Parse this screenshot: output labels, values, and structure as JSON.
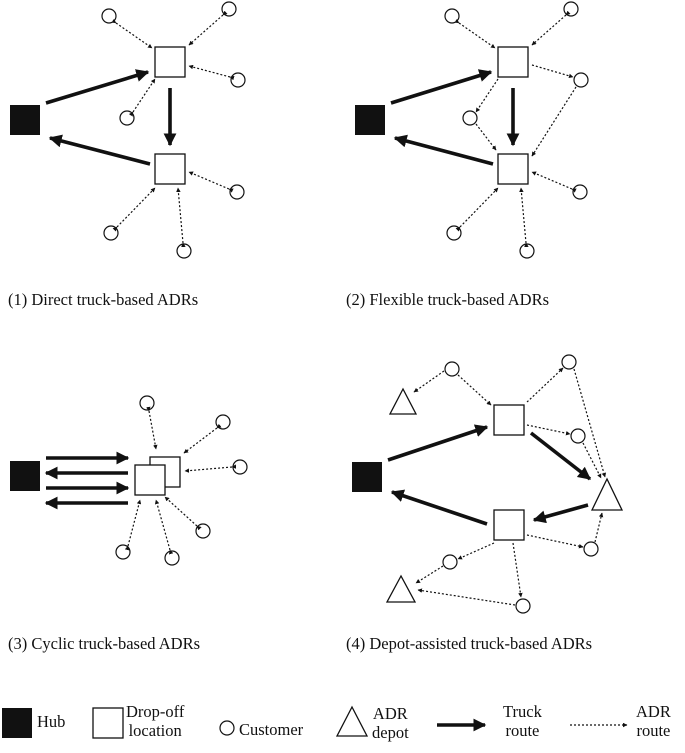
{
  "captions": [
    "(1) Direct truck-based ADRs",
    "(2) Flexible truck-based ADRs",
    "(3) Cyclic truck-based ADRs",
    "(4) Depot-assisted truck-based ADRs"
  ],
  "legend": {
    "hub": "Hub",
    "dropoff_line1": "Drop-off",
    "dropoff_line2": "location",
    "customer": "Customer",
    "depot_line1": "ADR",
    "depot_line2": "depot",
    "truck_line1": "Truck",
    "truck_line2": "route",
    "adr_line1": "ADR",
    "adr_line2": "route"
  },
  "colors": {
    "ink": "#111111",
    "hub_fill": "#111111",
    "background": "#ffffff"
  }
}
